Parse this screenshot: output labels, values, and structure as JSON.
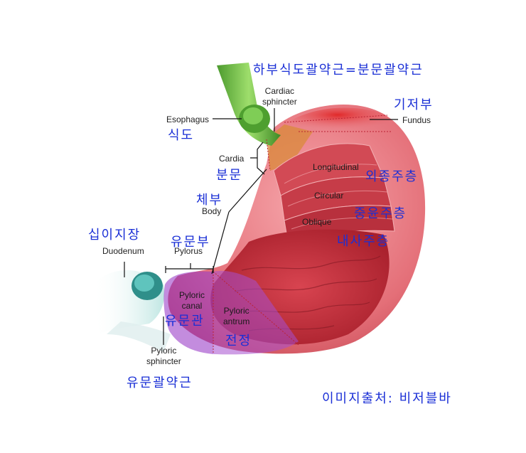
{
  "colors": {
    "korean_label": "#1a2fd6",
    "english_label": "#222222",
    "esophagus": "#6cc04a",
    "stomach_outer": "#e8707a",
    "mucosa": "#c2303c",
    "pylorus_overlay": "#9b40c8",
    "cardia_overlay": "#d98a3a",
    "duodenum": "#3aa8a0"
  },
  "labels": {
    "title_korean": "하부식도괄약근=분문괄약근",
    "cardiac_sphincter": "Cardiac\nsphincter",
    "esophagus_en": "Esophagus",
    "esophagus_ko": "식도",
    "fundus_ko": "기저부",
    "fundus_en": "Fundus",
    "cardia_en": "Cardia",
    "cardia_ko": "분문",
    "longitudinal_en": "Longitudinal",
    "longitudinal_ko": "외종주층",
    "circular_en": "Circular",
    "circular_ko": "중윤주층",
    "oblique_en": "Oblique",
    "oblique_ko": "내사주층",
    "body_ko": "체부",
    "body_en": "Body",
    "duodenum_ko": "십이지장",
    "duodenum_en": "Duodenum",
    "pylorus_ko": "유문부",
    "pylorus_en": "Pylorus",
    "pyloric_canal_en": "Pyloric\ncanal",
    "pyloric_canal_ko": "유문관",
    "pyloric_antrum_en": "Pyloric\nantrum",
    "pyloric_antrum_ko": "전정",
    "pyloric_sphincter_en": "Pyloric\nsphincter",
    "pyloric_sphincter_ko": "유문괄약근",
    "source_credit": "이미지출처: 비저블바"
  }
}
